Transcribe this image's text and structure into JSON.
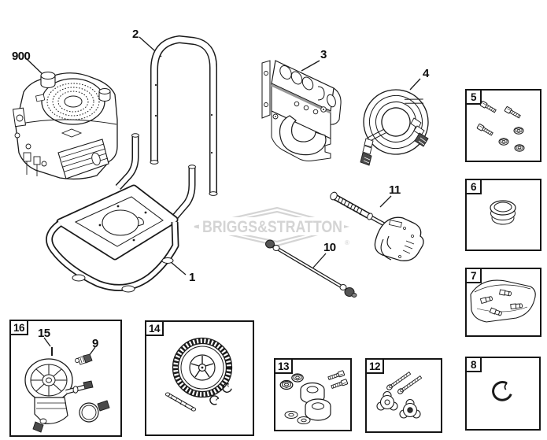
{
  "watermark": {
    "brand": "BRIGGS&STRATTON",
    "registered_symbol": "®"
  },
  "callouts": {
    "engine": "900",
    "handle": "2",
    "panel": "3",
    "hose": "4",
    "frame": "1",
    "wand": "10",
    "gun": "11",
    "pump_pin": "15",
    "pump_fitting": "9"
  },
  "boxes": {
    "hardware_kit": "5",
    "cap": "6",
    "nozzle_kit": "7",
    "retainer_clip": "8",
    "knob_kit": "12",
    "axle_hardware_kit": "13",
    "wheel_kit": "14",
    "pump_assembly": "16"
  },
  "colors": {
    "line": "#1a1a1a",
    "watermark": "#d4d4d4",
    "dark_fitting": "#4a4a4a"
  }
}
